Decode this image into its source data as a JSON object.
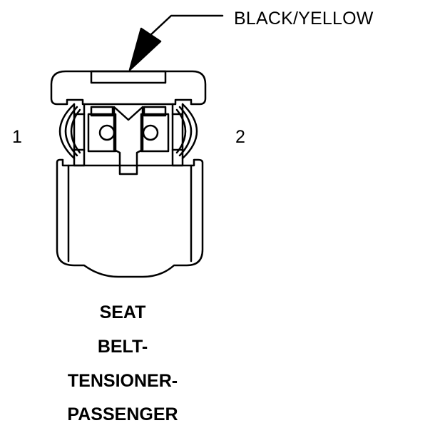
{
  "connector": {
    "wire_color_label": "BLACK/YELLOW",
    "pins": [
      {
        "number": "1"
      },
      {
        "number": "2"
      }
    ],
    "name_lines": [
      "SEAT",
      "BELT-",
      "TENSIONER-",
      "PASSENGER"
    ]
  },
  "colors": {
    "ink": "#000000",
    "background": "#ffffff"
  }
}
